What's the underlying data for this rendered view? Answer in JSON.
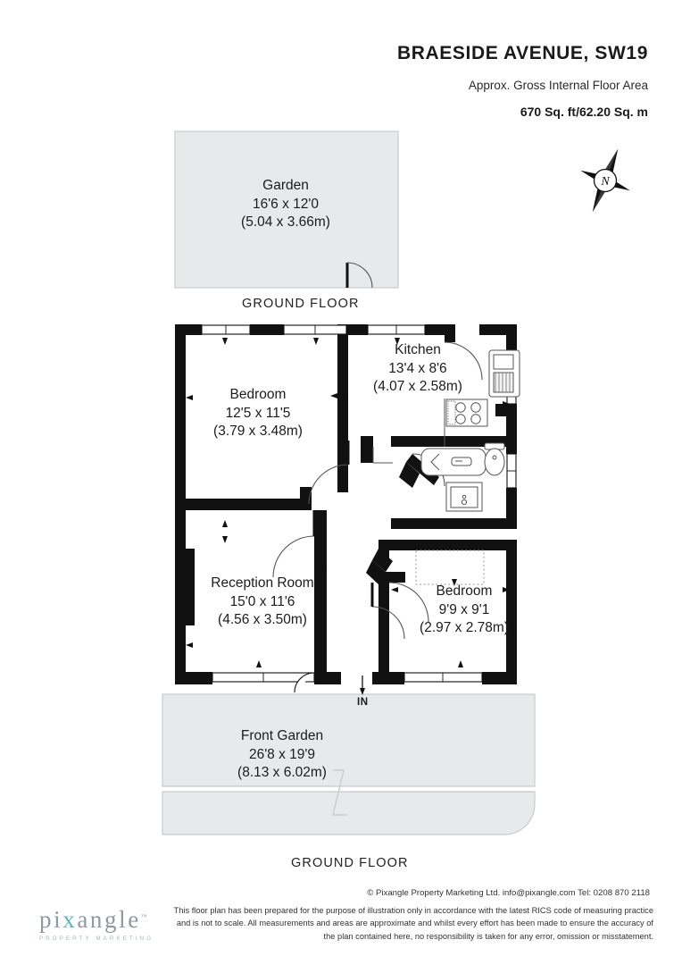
{
  "header": {
    "address": "BRAESIDE AVENUE, SW19",
    "approx_label": "Approx. Gross Internal Floor Area",
    "area": "670 Sq. ft/62.20 Sq. m"
  },
  "compass": {
    "north_letter": "N"
  },
  "floor_captions": {
    "top": "GROUND FLOOR",
    "bottom": "GROUND FLOOR"
  },
  "entrance": {
    "label": "IN"
  },
  "rooms": [
    {
      "key": "garden",
      "name": "Garden",
      "dim_imperial": "16'6 x 12'0",
      "dim_metric": "(5.04 x 3.66m)"
    },
    {
      "key": "kitchen",
      "name": "Kitchen",
      "dim_imperial": "13'4 x 8'6",
      "dim_metric": "(4.07 x 2.58m)"
    },
    {
      "key": "bedroom_1",
      "name": "Bedroom",
      "dim_imperial": "12'5 x 11'5",
      "dim_metric": "(3.79 x 3.48m)"
    },
    {
      "key": "reception_room",
      "name": "Reception Room",
      "dim_imperial": "15'0 x 11'6",
      "dim_metric": "(4.56 x 3.50m)"
    },
    {
      "key": "bedroom_2",
      "name": "Bedroom",
      "dim_imperial": "9'9 x 9'1",
      "dim_metric": "(2.97 x 2.78m)"
    },
    {
      "key": "front_garden",
      "name": "Front Garden",
      "dim_imperial": "26'8 x 19'9",
      "dim_metric": "(8.13 x 6.02m)"
    }
  ],
  "footer": {
    "copyright": "© Pixangle Property Marketing Ltd. info@pixangle.com Tel: 0208 870 2118",
    "disclaimer": "This floor plan has been prepared for the purpose of illustration only in accordance with the latest RICS code of measuring practice and is not to scale. All measurements and areas are approximate and whilst every effort has been made to ensure the accuracy of the plan contained here, no responsibility is taken for any error, omission or misstatement.",
    "logo_word_1": "pi",
    "logo_word_x": "x",
    "logo_word_2": "angle",
    "logo_tm": "™",
    "logo_sub": "PROPERTY MARKETING"
  },
  "colors": {
    "wall": "#111111",
    "garden_fill": "#e8e9eb",
    "garden_stroke": "#c9cbcd",
    "fixture_stroke": "#555555",
    "accent": "#5fb3bf"
  }
}
